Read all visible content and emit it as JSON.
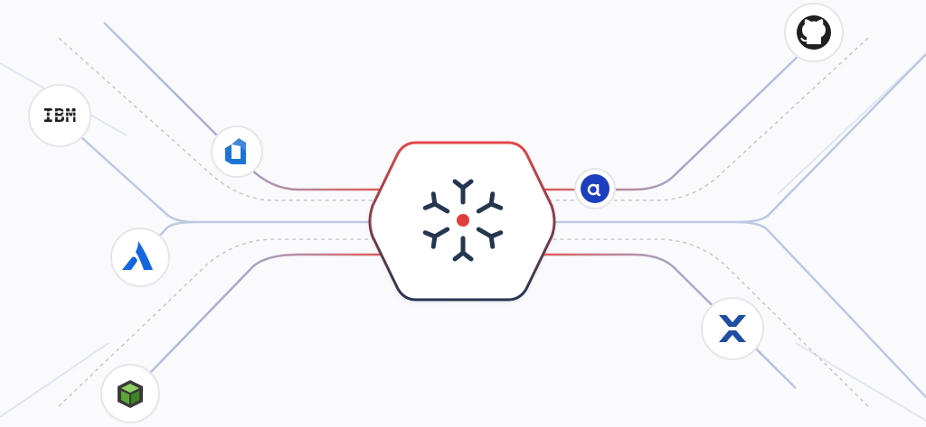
{
  "hub": {
    "name": "central-integration-hub",
    "accent_color": "#e03b3b",
    "outline_color": "#d8414a",
    "icon_color": "#253650"
  },
  "integrations": {
    "left": [
      {
        "id": "ibm",
        "label": "IBM",
        "icon": "ibm-logo"
      },
      {
        "id": "azure-devops",
        "icon": "azure-devops-icon",
        "color": "#1e73d6"
      },
      {
        "id": "atlassian",
        "icon": "atlassian-icon",
        "color": "#1466e0"
      },
      {
        "id": "package",
        "icon": "package-cube-icon",
        "color": "#4e9a32"
      }
    ],
    "right": [
      {
        "id": "github",
        "icon": "github-icon",
        "color": "#1f1f1f"
      },
      {
        "id": "alpha",
        "icon": "alpha-icon",
        "color": "#1d3fbf"
      },
      {
        "id": "close-x",
        "icon": "x-cross-icon",
        "color": "#1d4ea1"
      }
    ]
  },
  "colors": {
    "line_blue": "#b7c9e6",
    "line_red": "#e25656",
    "dashed": "#c9c9cf"
  }
}
